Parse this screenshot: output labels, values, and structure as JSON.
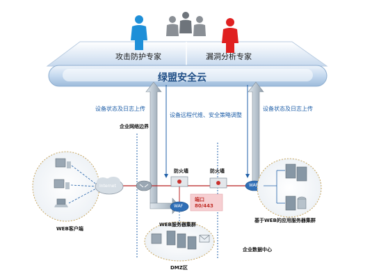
{
  "experts": {
    "attack_label": "攻击防护专家",
    "vuln_label": "漏洞分析专家"
  },
  "cloud": {
    "title": "绿盟安全云"
  },
  "flows": {
    "left_upload": "设备状态及日志上传",
    "right_upload": "设备状态及日志上传",
    "center_ops": "设备远程代维、安全策略调整"
  },
  "zones": {
    "enterprise_boundary": "企业网络边界",
    "web_clients": "WEB客户端",
    "web_server_cluster": "WEB服务器集群",
    "dmz": "DMZ区",
    "app_server_cluster": "基于WEB的应用服务器集群",
    "datacenter": "企业数据中心"
  },
  "devices": {
    "internet": "Internet",
    "firewall_left": "防火墙",
    "firewall_right": "防火墙",
    "waf_left": "WAF",
    "waf_right": "WAF",
    "port_label_1": "端口",
    "port_label_2": "80/443"
  },
  "colors": {
    "expert_blue": "#1e8fd8",
    "expert_red": "#e02020",
    "expert_gray": "#8a8f95",
    "cloud_bar": "#cfe0f2",
    "link_red": "#b82020",
    "flow_blue": "#1f5fa8",
    "arrow_gray": "#a9b4bd"
  }
}
